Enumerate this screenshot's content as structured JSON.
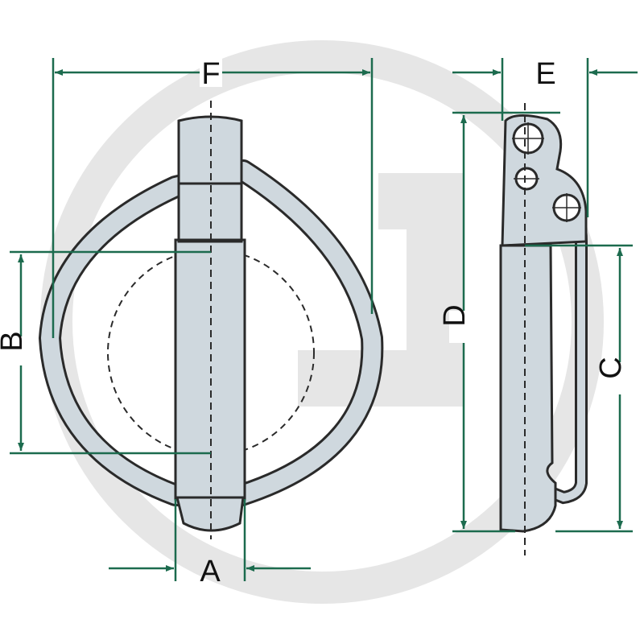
{
  "diagram": {
    "labels": {
      "F": "F",
      "E": "E",
      "D": "D",
      "C": "C",
      "B": "B",
      "A": "A"
    }
  },
  "colors": {
    "dimension": "#1c6b4e",
    "part_fill": "#cfd8de",
    "part_stroke": "#2a2a2a",
    "watermark": "#e6e6e6"
  }
}
